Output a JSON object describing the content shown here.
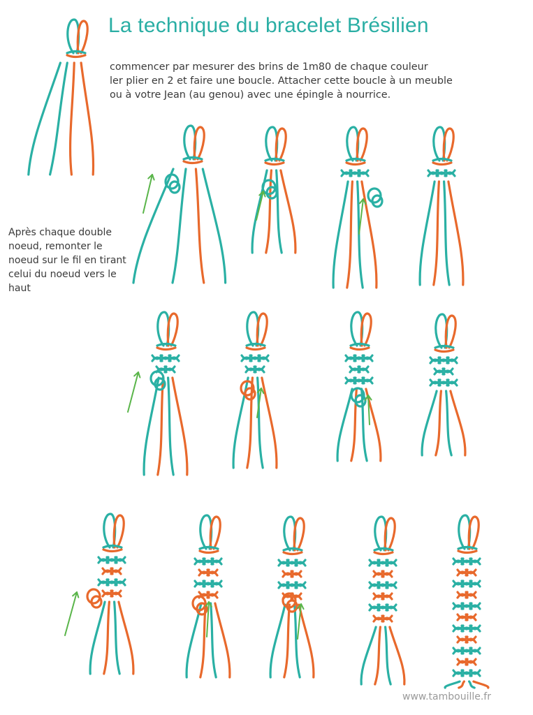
{
  "title": "La technique du bracelet Brésilien",
  "intro": {
    "line1": "commencer par mesurer des brins de 1m80 de chaque couleur",
    "line2": "ler plier en 2 et faire une boucle. Attacher cette boucle à un meuble",
    "line3": "ou à votre Jean (au genou) avec une épingle à nourrice."
  },
  "side_note": {
    "line1": "Après chaque double",
    "line2": "noeud, remonter le",
    "line3": "noeud sur le fil en tirant",
    "line4": "celui du noeud vers le",
    "line5": "haut"
  },
  "website": "www.tambouille.fr",
  "colors": {
    "title": "#2aaea4",
    "strand_teal": "#2ab0a4",
    "strand_orange": "#e8692c",
    "arrow": "#5ab54a"
  }
}
